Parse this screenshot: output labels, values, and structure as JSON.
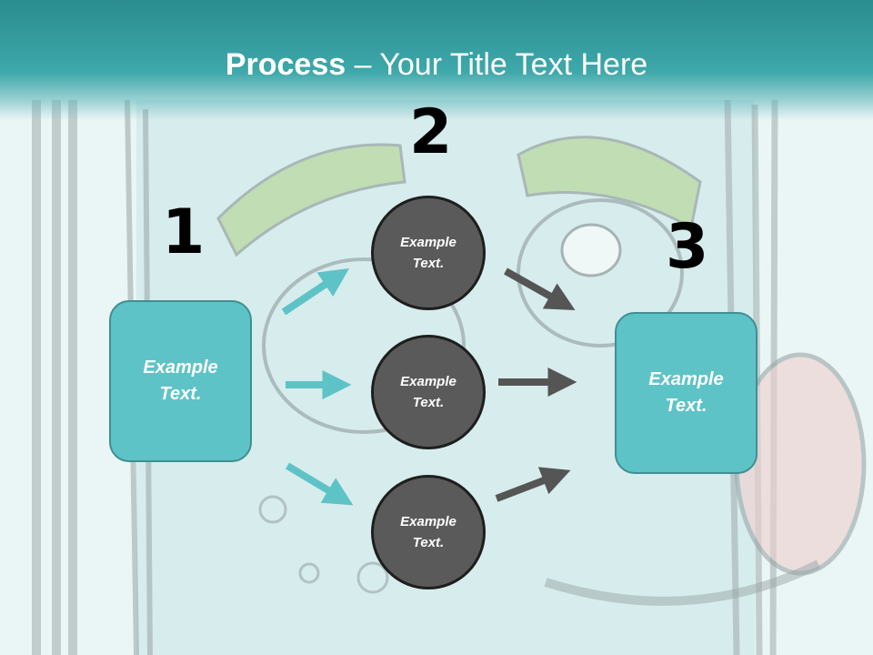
{
  "title": {
    "bold": "Process",
    "rest": " – Your Title Text Here"
  },
  "numbers": [
    "1",
    "2",
    "3"
  ],
  "left_box": {
    "line1": "Example",
    "line2": "Text."
  },
  "right_box": {
    "line1": "Example",
    "line2": "Text."
  },
  "circles": [
    {
      "line1": "Example",
      "line2": "Text."
    },
    {
      "line1": "Example",
      "line2": "Text."
    },
    {
      "line1": "Example",
      "line2": "Text."
    }
  ],
  "colors": {
    "teal": "#5ec3c6",
    "header": "#2a8c8e",
    "circle": "#5a5a5a",
    "arrow_teal": "#5ec3c6",
    "arrow_gray": "#555555"
  }
}
